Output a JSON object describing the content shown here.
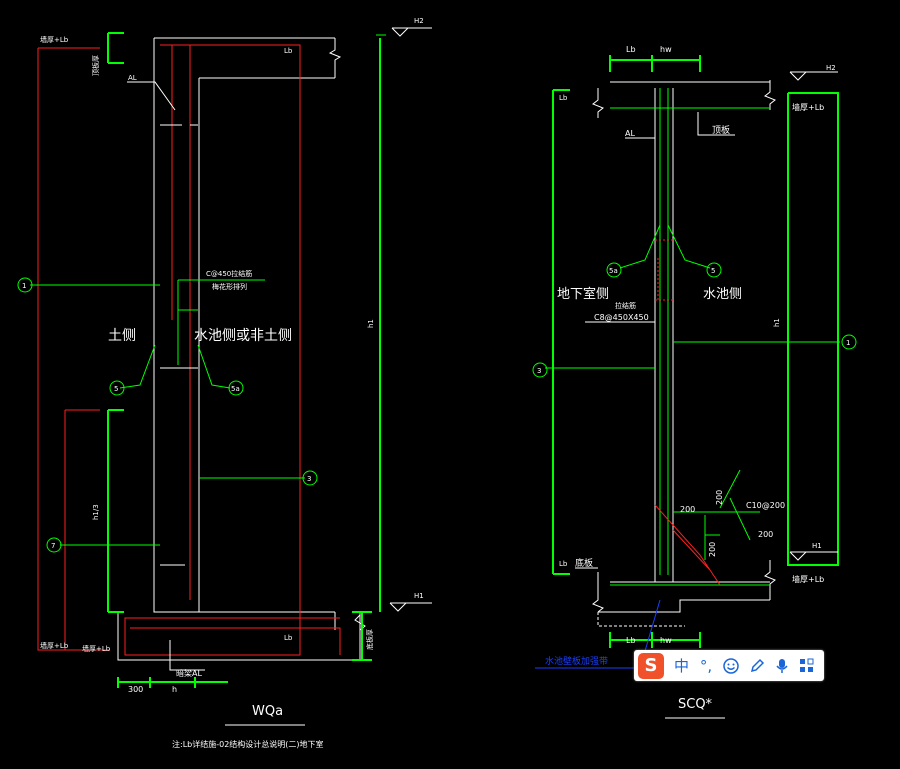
{
  "left": {
    "title": "WQa",
    "h2": "H2",
    "h1": "H1",
    "wall_lb_top": "墙厚+Lb",
    "wall_lb_bottom": "墙厚+Lb",
    "roof_thick": "顶板厚",
    "bottom_thick": "底板厚",
    "lb_top": "Lb",
    "lb_bottom": "Lb",
    "al": "AL",
    "dark_beam": "暗梁AL",
    "tie_bar": "C@450拉结筋",
    "tie_layout": "梅花形排列",
    "soil_side": "土侧",
    "water_side": "水池侧或非土侧",
    "h1_label": "h1",
    "h1_third": "h1/3",
    "dim_300": "300",
    "hw": "h",
    "c1": "1",
    "c5": "5",
    "c5a": "5a",
    "c3": "3",
    "c7": "7"
  },
  "right": {
    "title": "SCQ*",
    "h2": "H2",
    "h1": "H1",
    "lb_top": "Lb",
    "hw_top": "hw",
    "lb_bottom": "Lb",
    "hw_bottom": "hw",
    "lb_left_top": "Lb",
    "lb_left_bottom": "Lb",
    "wall_lb_top": "墙厚+Lb",
    "wall_lb_bottom": "墙厚+Lb",
    "al": "AL",
    "roof": "顶板",
    "floor": "底板",
    "basement_side": "地下室侧",
    "water_side": "水池侧",
    "tie_bar": "拉结筋",
    "tie_spec": "C8@450X450",
    "h1_label": "h1",
    "dim_200a": "200",
    "dim_200b": "200",
    "dim_200c": "200",
    "dim_200d": "200",
    "c10": "C10@200",
    "waterproof": "水池壁板加强带",
    "c1": "1",
    "c3": "3",
    "c5": "5",
    "c5a": "5a"
  },
  "note": "注:Lb详结施-02结构设计总说明(二)地下室",
  "ime": {
    "logo": "S",
    "lang": "中",
    "punct": "°,",
    "colors": {
      "bg": "#ffffff",
      "logo": "#f0512b",
      "icon": "#1a66d8"
    }
  },
  "colors": {
    "wall": "#ffffff",
    "rebar": "#00ff00",
    "extent": "#ff2020",
    "dim": "#00ff00",
    "bg": "#000000"
  }
}
